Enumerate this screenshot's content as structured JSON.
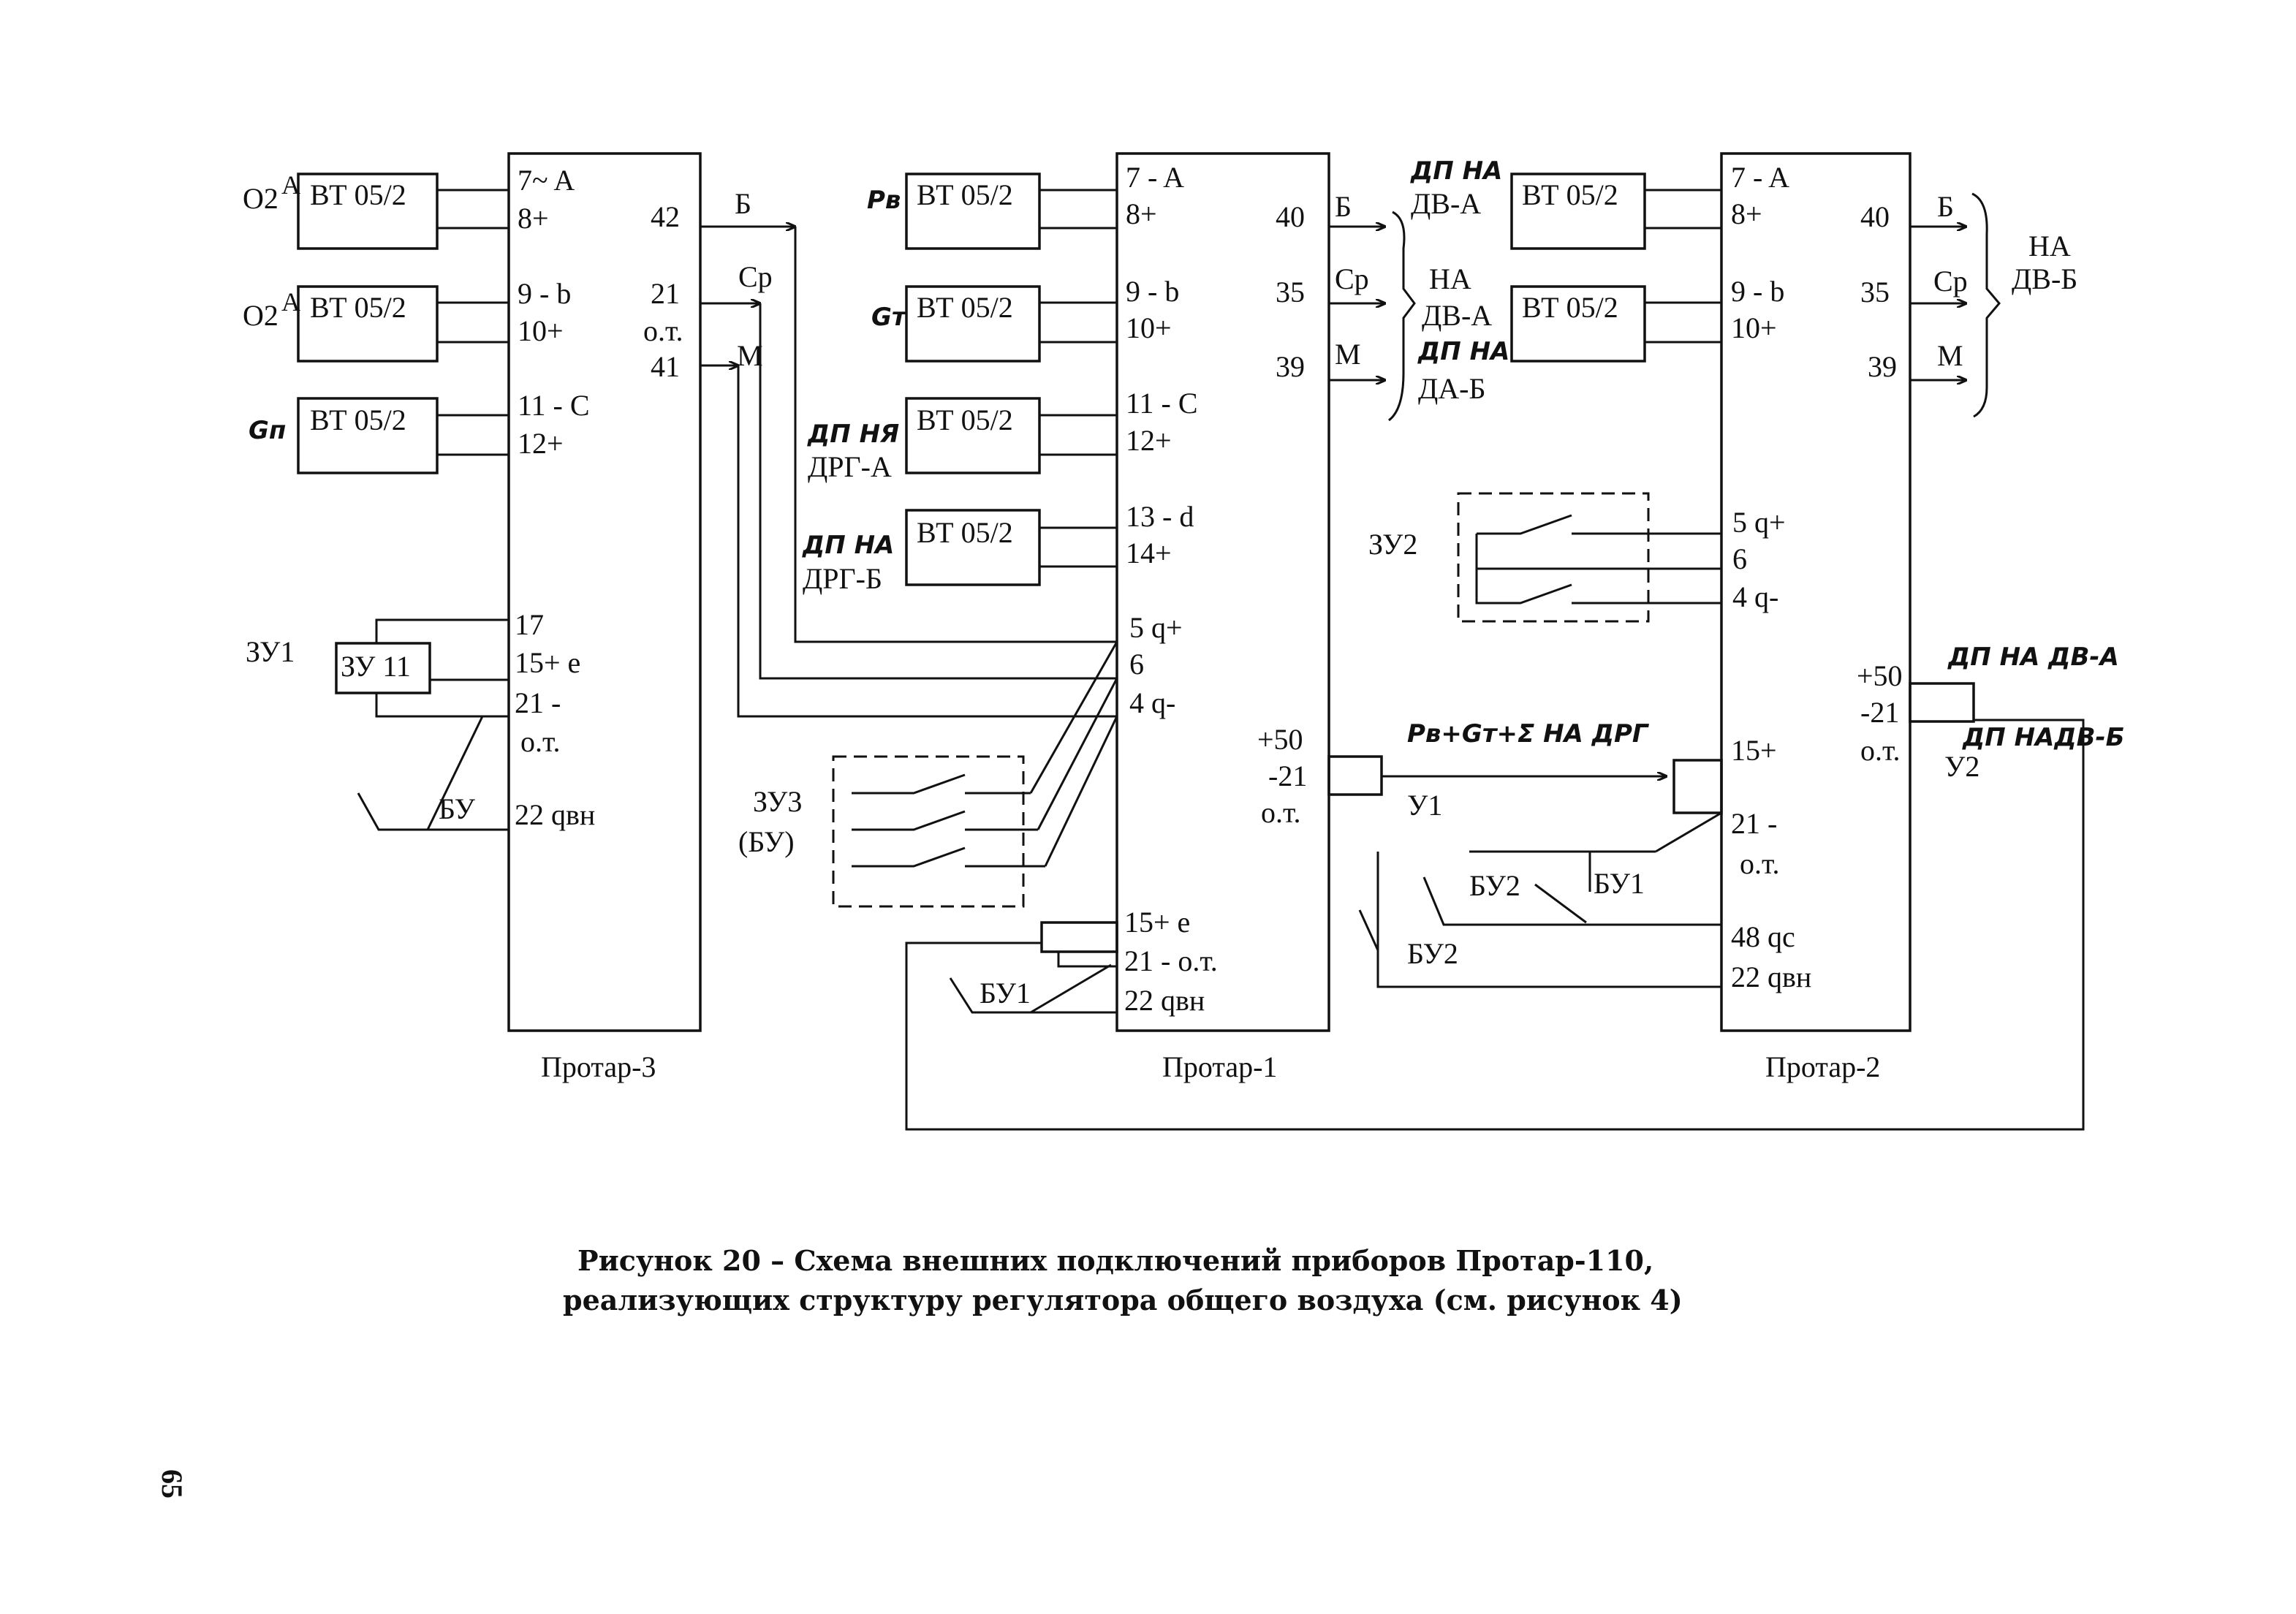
{
  "devices": [
    {
      "name": "Протар-3"
    },
    {
      "name": "Протар-1"
    },
    {
      "name": "Протар-2"
    }
  ],
  "p3": {
    "sensors": [
      {
        "signal": "O2",
        "sup": "A",
        "box": "ВТ 05/2",
        "pins": [
          "7~ A",
          "8+"
        ]
      },
      {
        "signal": "O2",
        "sup": "A",
        "box": "ВТ 05/2",
        "pins": [
          "9 - b",
          "10+"
        ]
      },
      {
        "signal": "Gп",
        "box": "ВТ 05/2",
        "pins": [
          "11 - C",
          "12+"
        ]
      }
    ],
    "outputs": [
      {
        "pin": "42",
        "label": "Б"
      },
      {
        "pin": "21",
        "label": "Ср"
      },
      {
        "pin": "о.т.",
        "label": ""
      },
      {
        "pin": "41",
        "label": "М"
      }
    ],
    "zu": {
      "label": "ЗУ1",
      "box": "ЗУ 11",
      "pins": [
        "17",
        "15+ e",
        "21 -",
        "о.т."
      ]
    },
    "bu": {
      "label": "БУ",
      "pin": "22 qвн"
    }
  },
  "p1": {
    "sensors": [
      {
        "signal": "Рв",
        "box": "ВТ 05/2",
        "pins": [
          "7 - A",
          "8+"
        ]
      },
      {
        "signal": "Gт",
        "box": "ВТ 05/2",
        "pins": [
          "9 - b",
          "10+"
        ]
      },
      {
        "signal": "ДП НЯ",
        "signal2": "ДРГ-А",
        "box": "ВТ 05/2",
        "pins": [
          "11 - C",
          "12+"
        ]
      },
      {
        "signal": "ДП НА",
        "signal2": "ДРГ-Б",
        "box": "ВТ 05/2",
        "pins": [
          "13 - d",
          "14+"
        ]
      }
    ],
    "pins_q": [
      "5 q+",
      "6",
      "4 q-"
    ],
    "outputs": [
      {
        "pin": "40",
        "label": "Б"
      },
      {
        "pin": "35",
        "label": "Ср"
      },
      {
        "pin": "39",
        "label": "М"
      }
    ],
    "y_pins": [
      "+50",
      "-21",
      "о.т."
    ],
    "y_label": "У1",
    "zu3": {
      "label": "ЗУ3",
      "label2": "(БУ)"
    },
    "bottom_pins": [
      "15+ e",
      "21 - о.т.",
      "22 qвн"
    ],
    "bu1": "БУ1",
    "targets": {
      "top": "ДП НА",
      "top2": "ДВ-А",
      "mid": "НА",
      "mid2": "ДВ-А",
      "low": "ДП НА",
      "low2": "ДА-Б"
    }
  },
  "p2": {
    "sensors": [
      {
        "box": "ВТ 05/2",
        "pins": [
          "7 - A",
          "8+"
        ]
      },
      {
        "box": "ВТ 05/2",
        "pins": [
          "9 - b",
          "10+"
        ]
      }
    ],
    "outputs": [
      {
        "pin": "40",
        "label": "Б"
      },
      {
        "pin": "35",
        "label": "Ср"
      },
      {
        "pin": "39",
        "label": "М"
      }
    ],
    "target": {
      "line1": "НА",
      "line2": "ДВ-Б"
    },
    "zu2": {
      "label": "ЗУ2",
      "pins": [
        "5 q+",
        "6",
        "4 q-"
      ]
    },
    "y_pins": [
      "+50",
      "-21",
      "о.т."
    ],
    "y_label": "У2",
    "feedback_top": "ДП НА ДВ-А",
    "feedback_bottom": "ДП НАДВ-Б",
    "input_pins": [
      "15+",
      "21 -",
      "о.т.",
      "48 qc",
      "22 qвн"
    ],
    "sum_label": "Рв+Gт+Σ НА ДРГ",
    "bu_labels": [
      "БУ2",
      "БУ1",
      "БУ2"
    ]
  },
  "caption": {
    "line1": "Рисунок 20 – Схема внешних подключений приборов Протар-110,",
    "line2": "реализующих структуру регулятора общего воздуха (см. рисунок 4)"
  },
  "page_number": "65"
}
